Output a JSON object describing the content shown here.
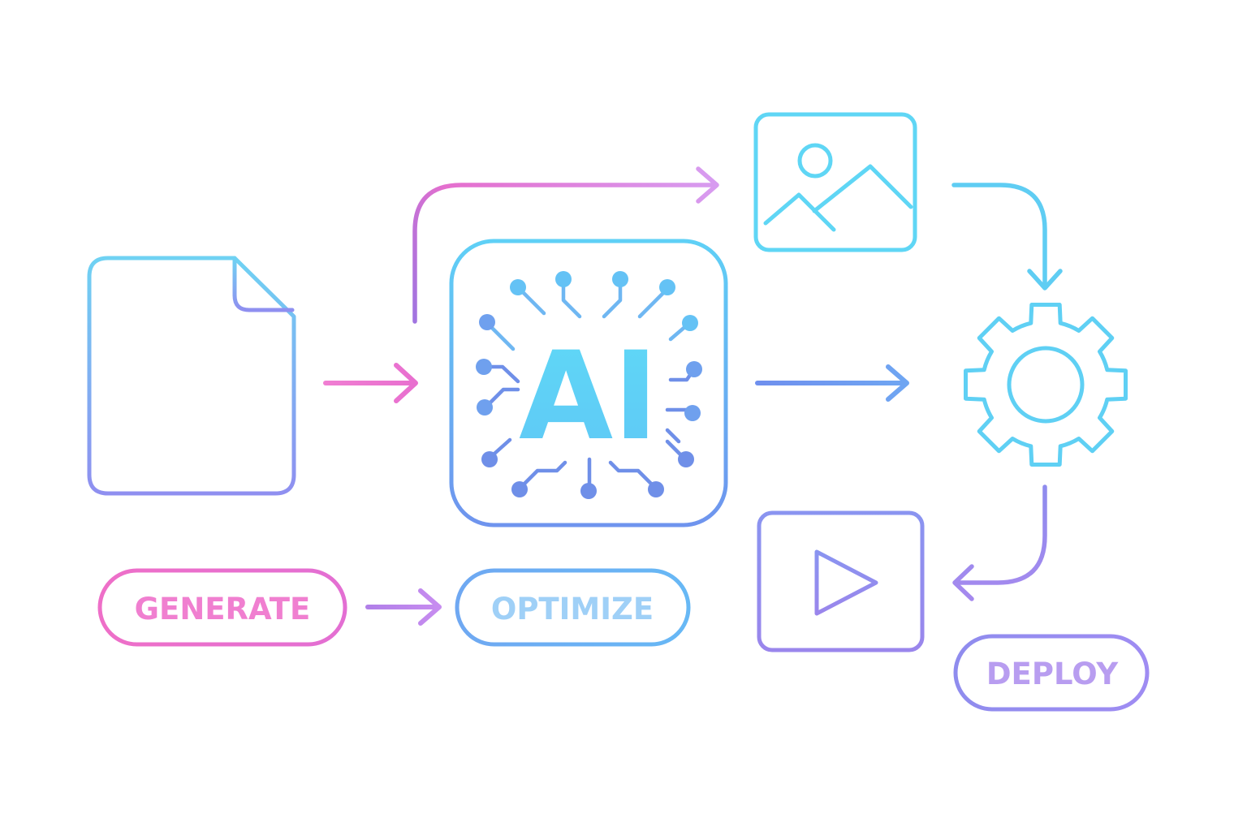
{
  "center": {
    "label": "AI"
  },
  "steps": [
    {
      "label": "GENERATE",
      "color": "#f07fd0"
    },
    {
      "label": "OPTIMIZE",
      "color": "#9fd0f7"
    },
    {
      "label": "DEPLOY",
      "color": "#b89df0"
    }
  ],
  "icons": {
    "input": "document-icon",
    "core": "ai-chip-icon",
    "output_image": "image-icon",
    "process": "gear-icon",
    "output_video": "video-play-icon"
  },
  "colors": {
    "pink": "#ec6fd0",
    "cyan": "#5fd6f5",
    "blue": "#6f9ff0",
    "violet": "#9a86ec"
  }
}
